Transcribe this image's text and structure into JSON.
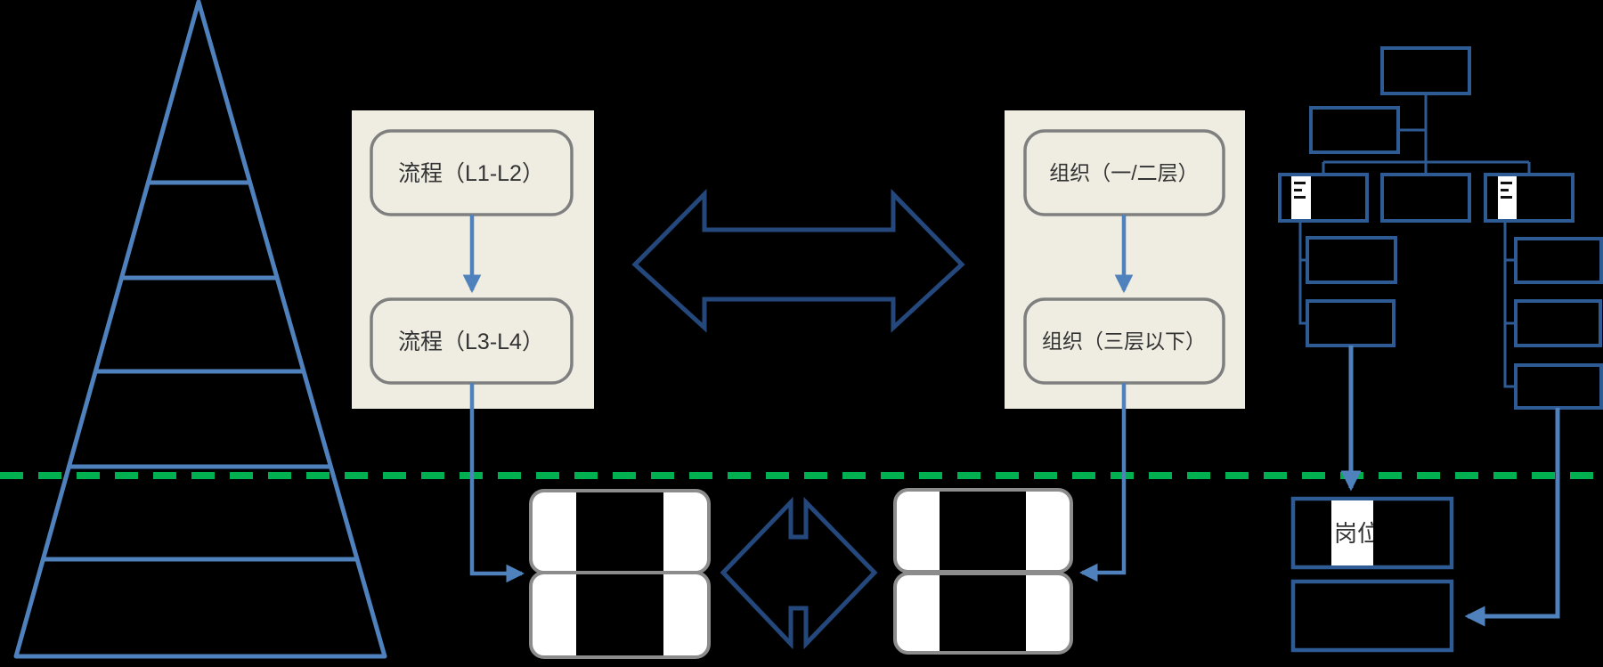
{
  "colors": {
    "steel_blue": "#4F81BD",
    "dark_navy": "#24477C",
    "org_blue": "#2E5B94",
    "green": "#00B050",
    "panel_beige": "#EFECE1",
    "box_border_gray": "#7F7F7F",
    "doc_border_gray": "#8C8C8C",
    "text_dark": "#333333",
    "white": "#FFFFFF"
  },
  "panels": {
    "process": {
      "box1_label": "流程（L1-L2）",
      "box2_label": "流程（L3-L4）"
    },
    "organization": {
      "box1_label": "组织（一/二层）",
      "box2_label": "组织（三层以下）"
    }
  },
  "org_chart": {
    "position_label": "岗位"
  }
}
